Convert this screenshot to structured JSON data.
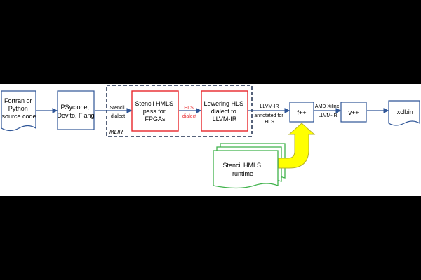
{
  "diagram": {
    "nodes": {
      "source": {
        "lines": [
          "Fortran or",
          "Python",
          "source code"
        ]
      },
      "frontends": {
        "lines": [
          "PSyclone,",
          "Devito, Flang"
        ]
      },
      "stencil_pass": {
        "lines": [
          "Stencil HMLS",
          "pass for",
          "FPGAs"
        ]
      },
      "lowering": {
        "lines": [
          "Lowering HLS",
          "dialect to",
          "LLVM-IR"
        ]
      },
      "fpp": {
        "lines": [
          "f++"
        ]
      },
      "vpp": {
        "lines": [
          "v++"
        ]
      },
      "xclbin": {
        "lines": [
          ".xclbin"
        ]
      },
      "runtime": {
        "lines": [
          "Stencil HMLS",
          "runtime"
        ]
      }
    },
    "edges": {
      "stencil_dialect": [
        "Stencil",
        "dialect"
      ],
      "hls_dialect": [
        "HLS",
        "dialect"
      ],
      "llvm_ir": [
        "LLVM-IR"
      ],
      "annotated": [
        "annotated for",
        "HLS"
      ],
      "amd_xilinx": [
        "AMD Xilinx",
        "LLVM-IR"
      ]
    },
    "group_label": "MLIR",
    "colors": {
      "blue": "#2e5597",
      "red": "#e8262a",
      "green": "#3fb24a",
      "yellow": "#ffff00",
      "dashed": "#1f2f4f"
    }
  }
}
